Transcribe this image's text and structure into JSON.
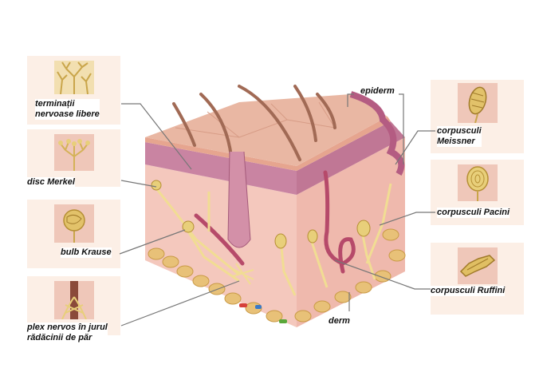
{
  "labels": {
    "free_nerve_endings": [
      "terminații",
      "nervoase libere"
    ],
    "merkel_disc": "disc Merkel",
    "krause_bulb": "bulb Krause",
    "hair_root_plexus": [
      "plex nervos în jurul",
      "rădăcinii de păr"
    ],
    "epidermis": "epiderm",
    "meissner": [
      "corpusculi",
      "Meissner"
    ],
    "pacini": "corpusculi Pacini",
    "ruffini": "corpusculi Ruffini",
    "dermis": "derm"
  },
  "colors": {
    "panel_bg": "#fcefe6",
    "panel_inner": "#efc7b9",
    "skin_surface": "#e9b7a3",
    "epidermis": "#c984a2",
    "dermis": "#f4c8bd",
    "nerve": "#f1dd93",
    "vessel": "#b64a6a",
    "leader_line": "#777777"
  },
  "icons": [
    "free-nerve-endings-icon",
    "merkel-disc-icon",
    "krause-bulb-icon",
    "hair-plexus-icon",
    "meissner-icon",
    "pacini-icon",
    "ruffini-icon"
  ]
}
